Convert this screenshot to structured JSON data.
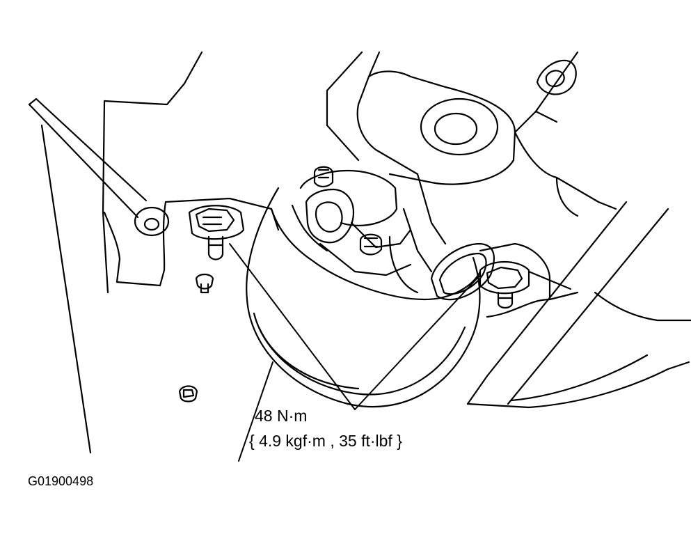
{
  "callout": {
    "torque_value": "48 N·m",
    "torque_alt": "{ 4.9 kgf·m , 35 ft·lbf }"
  },
  "figure": {
    "id": "G01900498"
  },
  "colors": {
    "line": "#000000",
    "background": "#ffffff"
  }
}
